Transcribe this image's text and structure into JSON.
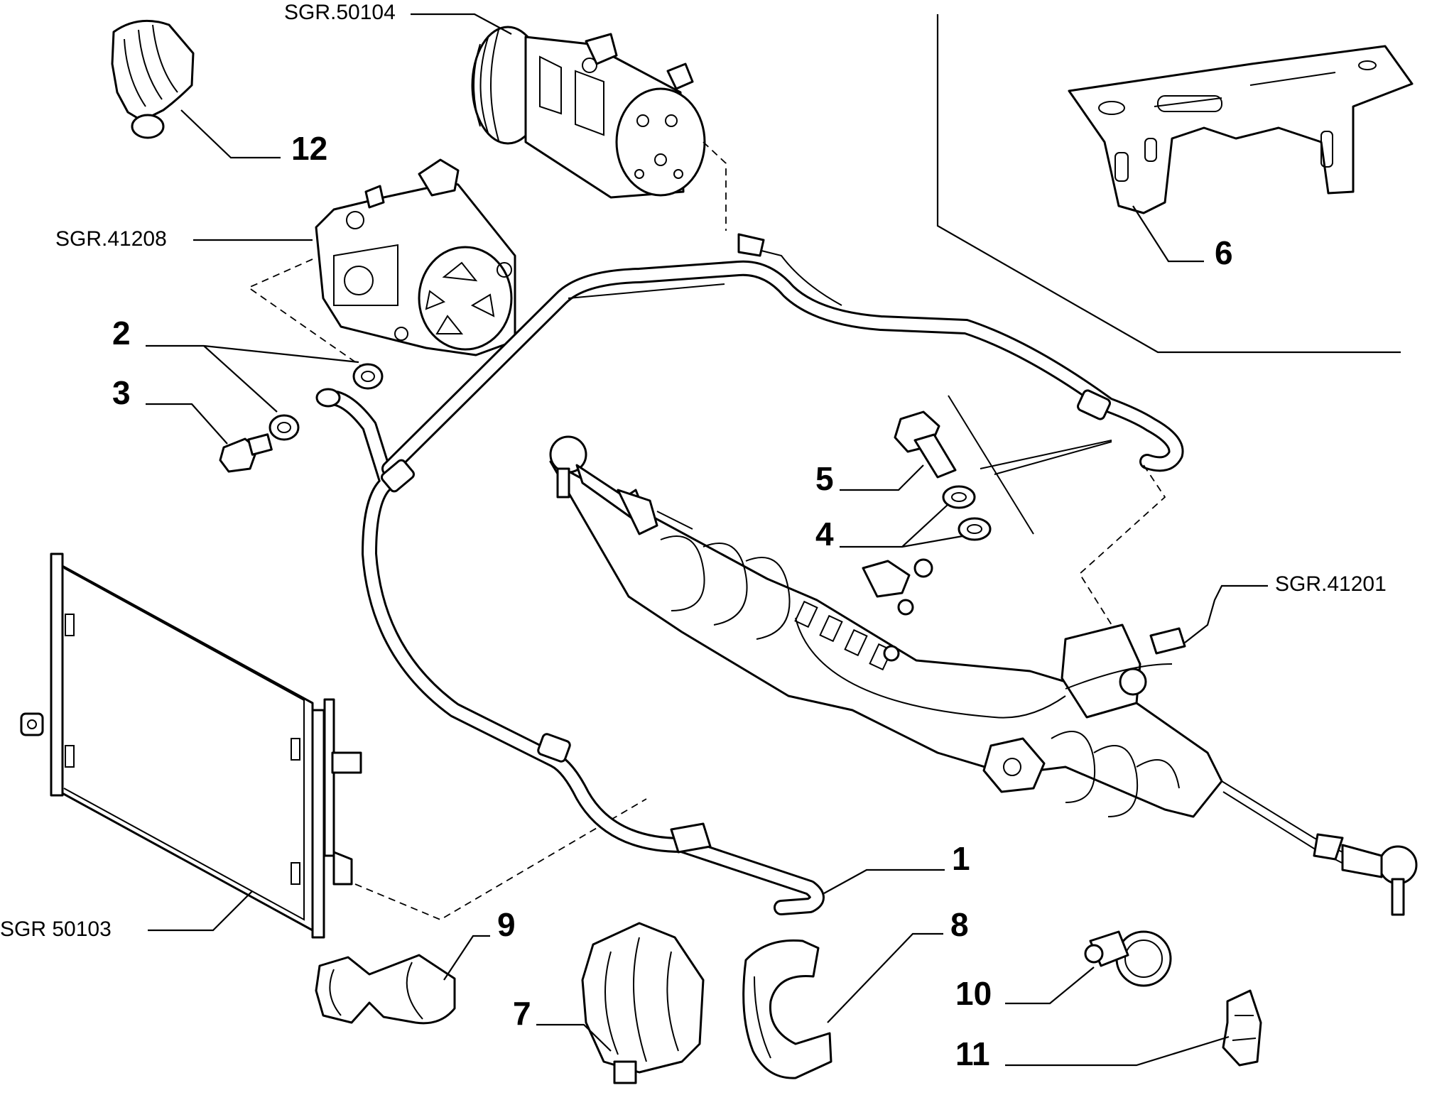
{
  "references": {
    "compressor": "SGR.50104",
    "pump": "SGR.41208",
    "rack": "SGR.41201",
    "condenser": "SGR 50103"
  },
  "callouts": {
    "hose": "1",
    "washer": "2",
    "bolt_union": "3",
    "seal_rings": "4",
    "bolt": "5",
    "bracket": "6",
    "clamp_double": "7",
    "clamp_single": "8",
    "clamp_twin": "9",
    "clip_round": "10",
    "clip_small": "11",
    "clip_top": "12"
  }
}
